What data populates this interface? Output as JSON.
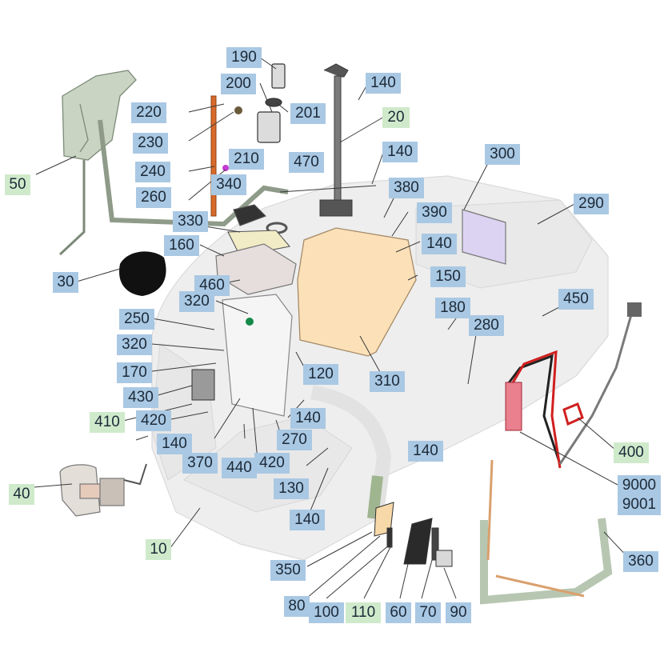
{
  "colors": {
    "label_blue": "#a9c8e3",
    "label_green": "#cfeacb",
    "frame_green": "#c9d5c2",
    "tank_orange": "#fce1b8",
    "rod_orange": "#d86a2a",
    "body_grey": "#ececec",
    "cover_purple": "#dcd3f2"
  },
  "labels": {
    "l10": "10",
    "l20": "20",
    "l30": "30",
    "l40": "40",
    "l50": "50",
    "l60": "60",
    "l70": "70",
    "l80": "80",
    "l90": "90",
    "l100": "100",
    "l110": "110",
    "l120": "120",
    "l130": "130",
    "l140a": "140",
    "l140b": "140",
    "l140c": "140",
    "l140d": "140",
    "l140e": "140",
    "l140f": "140",
    "l140g": "140",
    "l150": "150",
    "l160": "160",
    "l170": "170",
    "l180": "180",
    "l190": "190",
    "l200": "200",
    "l201": "201",
    "l210": "210",
    "l220": "220",
    "l230": "230",
    "l240": "240",
    "l250": "250",
    "l260": "260",
    "l270": "270",
    "l280": "280",
    "l290": "290",
    "l300": "300",
    "l310": "310",
    "l320a": "320",
    "l320b": "320",
    "l330": "330",
    "l340": "340",
    "l350": "350",
    "l360": "360",
    "l370": "370",
    "l380": "380",
    "l390": "390",
    "l400": "400",
    "l410": "410",
    "l420a": "420",
    "l420b": "420",
    "l430": "430",
    "l440": "440",
    "l450": "450",
    "l460": "460",
    "l470": "470",
    "l9000": "9000\n9001"
  }
}
